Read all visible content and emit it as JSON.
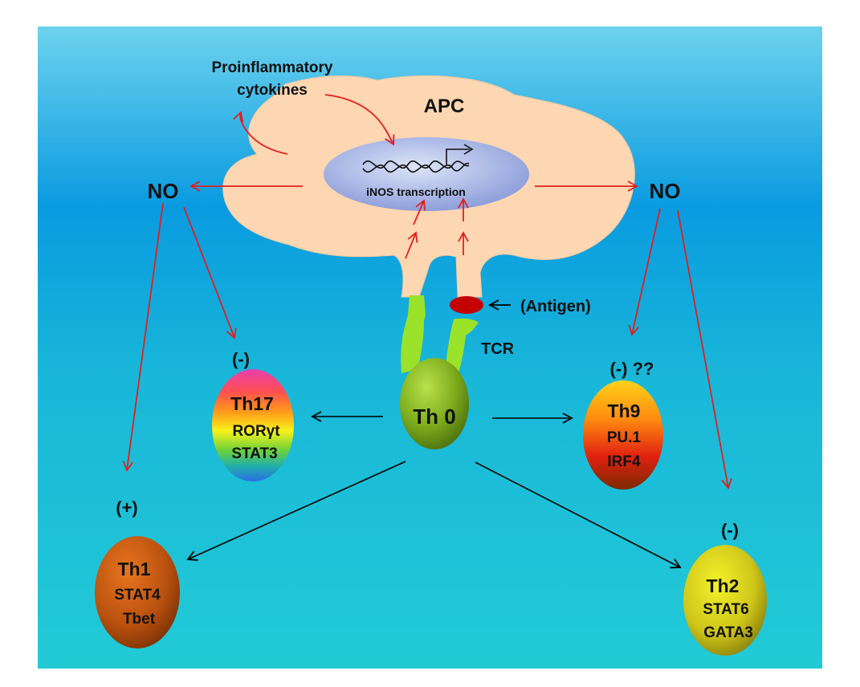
{
  "labels": {
    "proinflammatory_line1": "Proinflammatory",
    "proinflammatory_line2": "cytokines",
    "apc": "APC",
    "inos": "iNOS transcription",
    "no_left": "NO",
    "no_right": "NO",
    "antigen": "(Antigen)",
    "tcr": "TCR"
  },
  "cells": {
    "th0": {
      "name": "Th 0"
    },
    "th17": {
      "name": "Th17",
      "line1": "RORγt",
      "line2": "STAT3",
      "effect": "(-)"
    },
    "th9": {
      "name": "Th9",
      "line1": "PU.1",
      "line2": "IRF4",
      "effect": "(-) ??"
    },
    "th1": {
      "name": "Th1",
      "line1": "STAT4",
      "line2": "Tbet",
      "effect": "(+)"
    },
    "th2": {
      "name": "Th2",
      "line1": "STAT6",
      "line2": "GATA3",
      "effect": "(-)"
    }
  },
  "colors": {
    "background_top": "#5fcbe8",
    "background_mid": "#0a9ee0",
    "background_bottom": "#1fc6d6",
    "apc_fill": "#fdd9b5",
    "nucleus": "#b3bfe6",
    "tcr_green": "#9be22a",
    "antigen": "#c40000",
    "arrow_red": "#e02020",
    "arrow_black": "#000000"
  }
}
